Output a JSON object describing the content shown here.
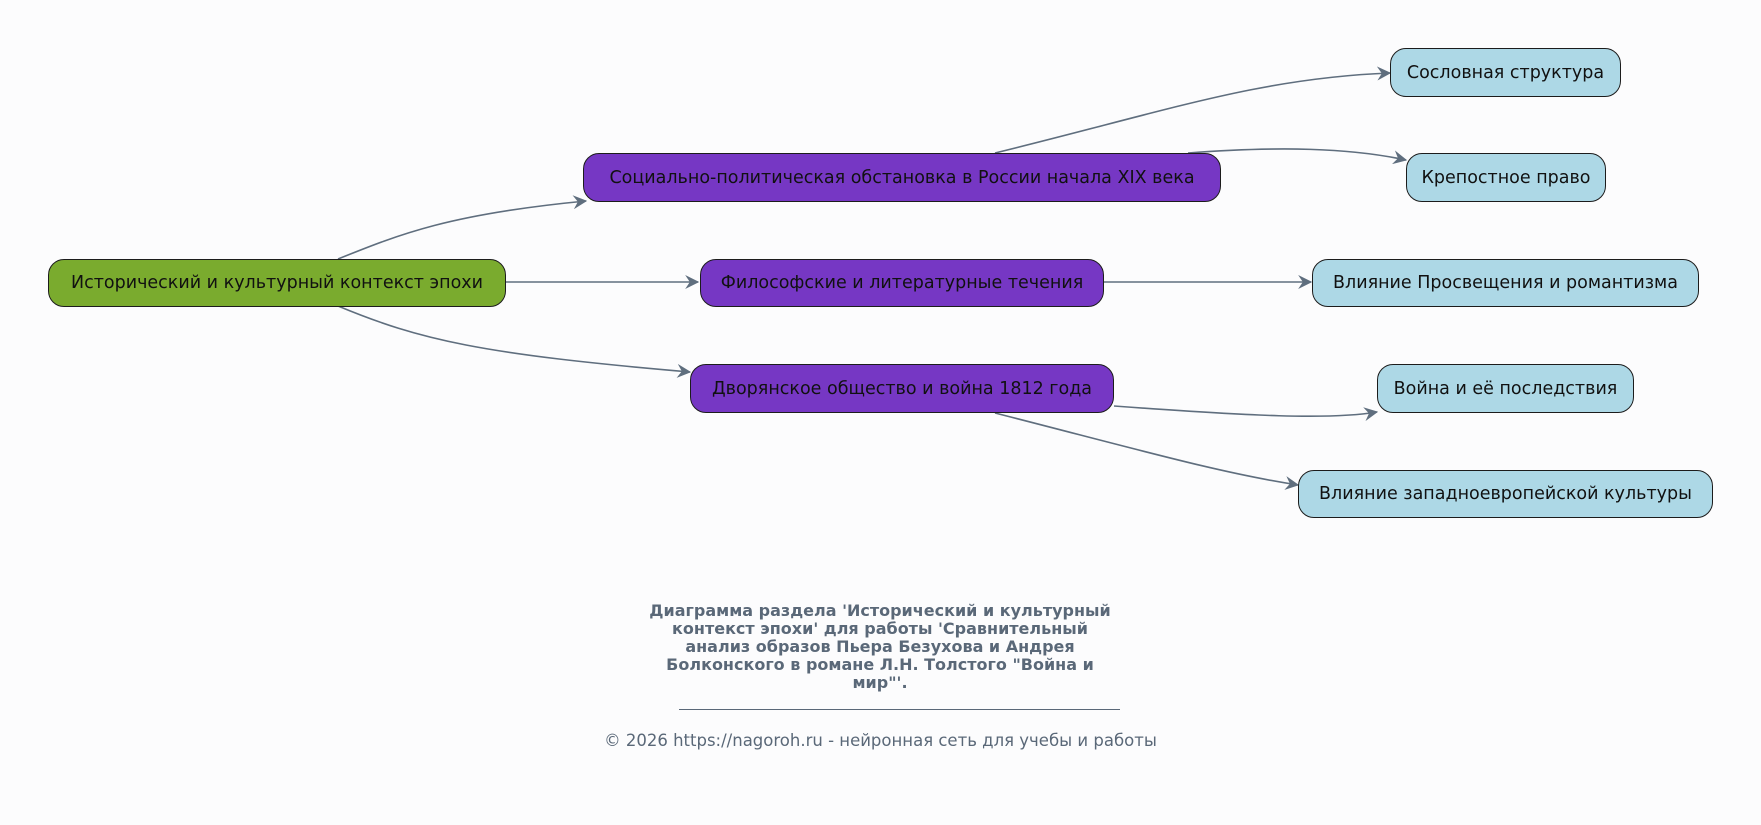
{
  "diagram": {
    "type": "mind-map",
    "colors": {
      "background": "#fcfcfd",
      "root_fill": "#7aab2e",
      "branch_fill": "#7637c4",
      "leaf_fill": "#add8e6",
      "edge": "#5f6e7e",
      "caption_text": "#5a6878"
    },
    "root": {
      "id": "root",
      "label": "Исторический и культурный контекст эпохи"
    },
    "branches": [
      {
        "id": "m1",
        "label": "Социально-политическая обстановка в России начала XIX века",
        "children": [
          {
            "id": "l1",
            "label": "Сословная структура"
          },
          {
            "id": "l2",
            "label": "Крепостное право"
          }
        ]
      },
      {
        "id": "m2",
        "label": "Философские и литературные течения",
        "children": [
          {
            "id": "l3",
            "label": "Влияние Просвещения и романтизма"
          }
        ]
      },
      {
        "id": "m3",
        "label": "Дворянское общество и война 1812 года",
        "children": [
          {
            "id": "l4",
            "label": "Война и её последствия"
          },
          {
            "id": "l5",
            "label": "Влияние западноевропейской культуры"
          }
        ]
      }
    ],
    "edges": [
      {
        "from": "root",
        "to": "m1"
      },
      {
        "from": "root",
        "to": "m2"
      },
      {
        "from": "root",
        "to": "m3"
      },
      {
        "from": "m1",
        "to": "l1"
      },
      {
        "from": "m1",
        "to": "l2"
      },
      {
        "from": "m2",
        "to": "l3"
      },
      {
        "from": "m3",
        "to": "l4"
      },
      {
        "from": "m3",
        "to": "l5"
      }
    ]
  },
  "caption": {
    "lines": [
      "Диаграмма раздела 'Исторический и культурный",
      "контекст эпохи' для работы 'Сравнительный",
      "анализ образов Пьера Безухова и Андрея",
      "Болконского в романе Л.Н. Толстого \"Война и",
      "мир\"'."
    ]
  },
  "footer": {
    "text": "© 2026 https://nagoroh.ru - нейронная сеть для учебы и работы"
  }
}
